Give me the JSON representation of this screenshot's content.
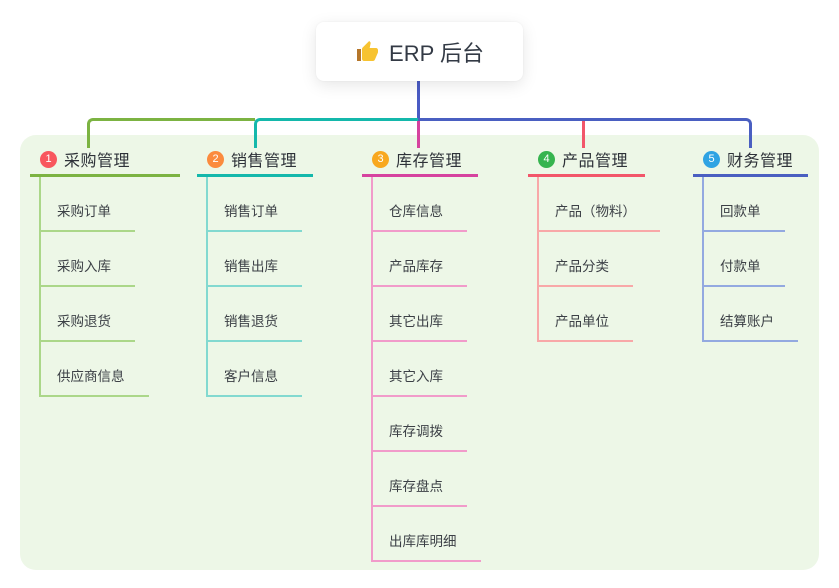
{
  "root": {
    "label": "ERP 后台",
    "icon": "thumbs-up-icon"
  },
  "trunk_color": "#4a5bc4",
  "panel_color": "#edf7e7",
  "branches": [
    {
      "num": "1",
      "label": "采购管理",
      "badge_color": "#f8575e",
      "line_color": "#7cb342",
      "child_line_color": "#abd789",
      "children": [
        "采购订单",
        "采购入库",
        "采购退货",
        "供应商信息"
      ]
    },
    {
      "num": "2",
      "label": "销售管理",
      "badge_color": "#fb8b3e",
      "line_color": "#14b8ab",
      "child_line_color": "#82d9d0",
      "children": [
        "销售订单",
        "销售出库",
        "销售退货",
        "客户信息"
      ]
    },
    {
      "num": "3",
      "label": "库存管理",
      "badge_color": "#f8a81f",
      "line_color": "#d6439f",
      "child_line_color": "#f19bca",
      "children": [
        "仓库信息",
        "产品库存",
        "其它出库",
        "其它入库",
        "库存调拨",
        "库存盘点",
        "出库库明细"
      ]
    },
    {
      "num": "4",
      "label": "产品管理",
      "badge_color": "#36b44f",
      "line_color": "#f2566a",
      "child_line_color": "#f8a8a8",
      "children": [
        "产品（物料）",
        "产品分类",
        "产品单位"
      ]
    },
    {
      "num": "5",
      "label": "财务管理",
      "badge_color": "#2fa3e3",
      "line_color": "#4a5fc1",
      "child_line_color": "#93a9e0",
      "children": [
        "回款单",
        "付款单",
        "结算账户"
      ]
    }
  ]
}
